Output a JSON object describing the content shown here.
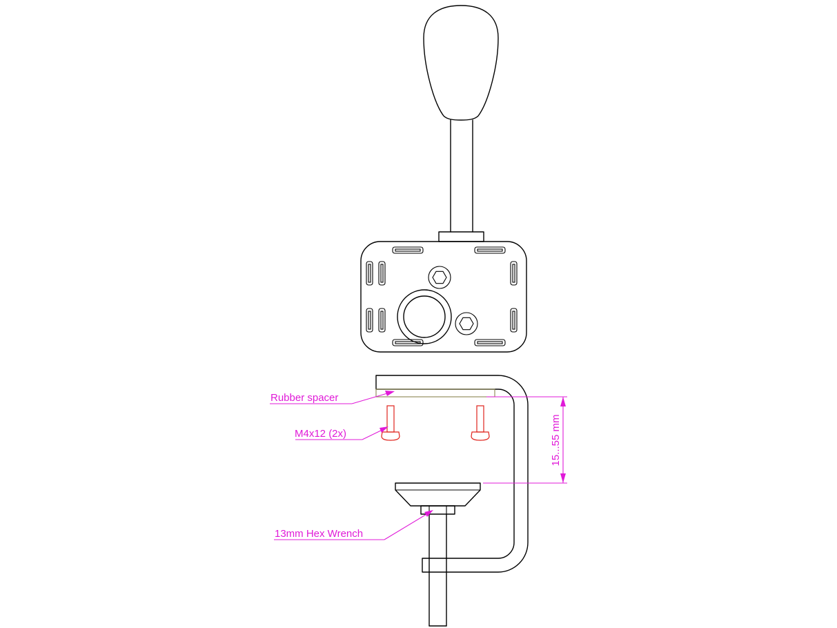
{
  "labels": {
    "rubber_spacer": "Rubber spacer",
    "screws": "M4x12 (2x)",
    "wrench": "13mm Hex Wrench",
    "dimension": "15...55 mm"
  },
  "colors": {
    "outline": "#000000",
    "annotation": "#e01ad8",
    "screw": "#e0221b",
    "spacer": "#d9d3a4"
  }
}
